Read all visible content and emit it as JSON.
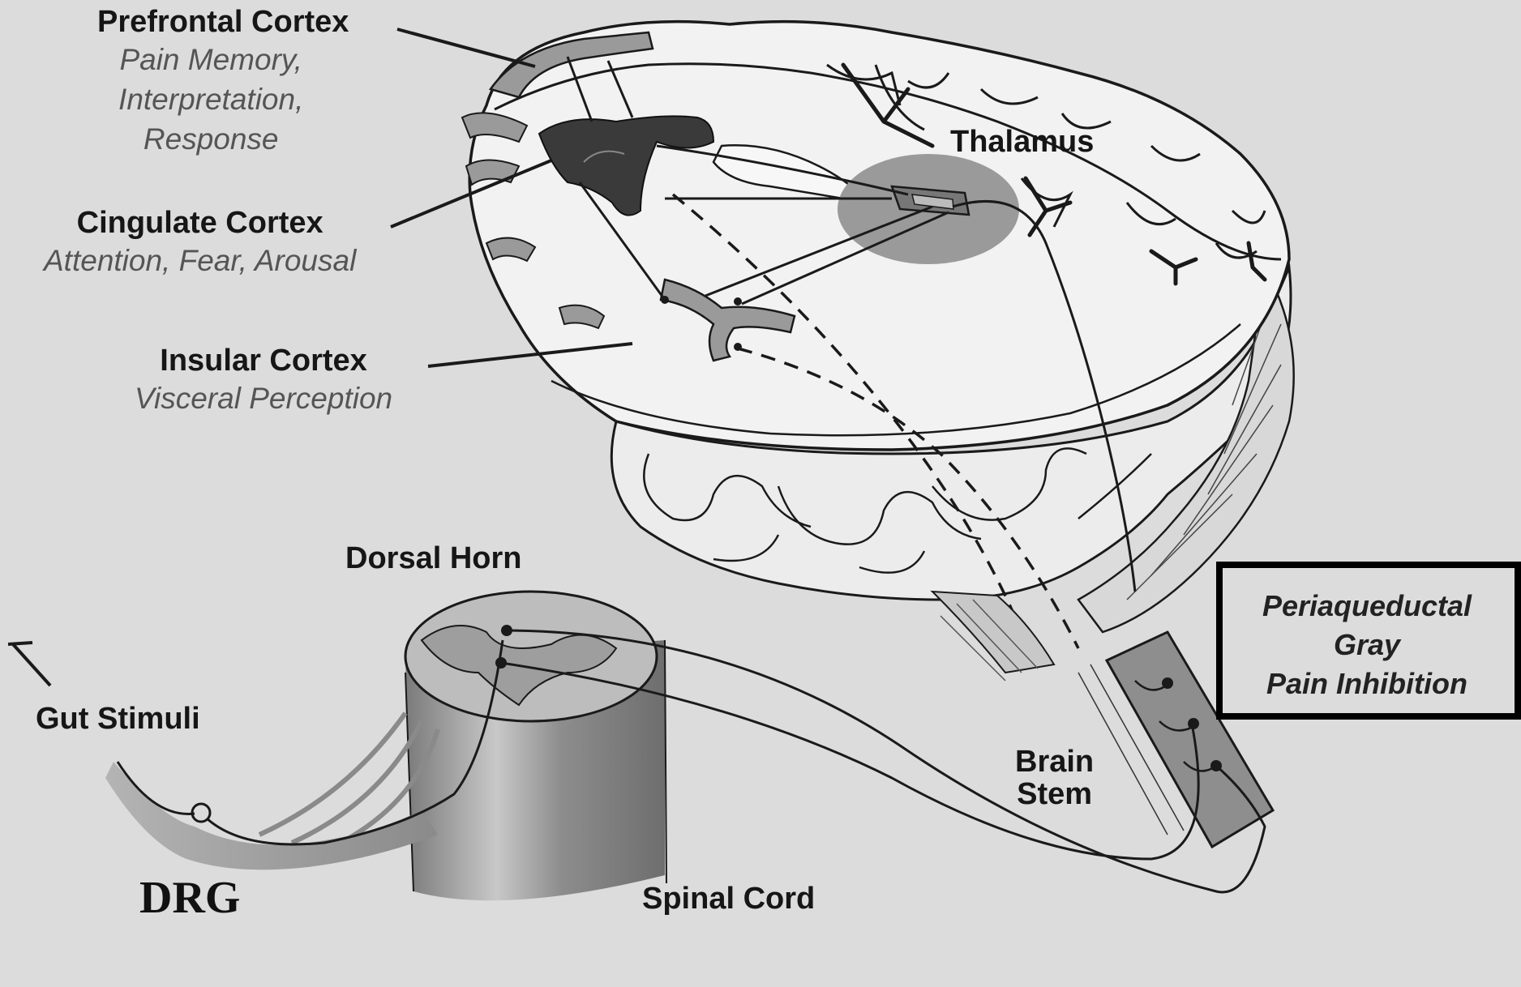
{
  "labels": {
    "prefrontal": {
      "title": "Prefrontal Cortex",
      "desc": [
        "Pain Memory,",
        "Interpretation,",
        "Response"
      ]
    },
    "cingulate": {
      "title": "Cingulate Cortex",
      "desc": "Attention, Fear, Arousal"
    },
    "insular": {
      "title": "Insular Cortex",
      "desc": "Visceral Perception"
    },
    "thalamus": "Thalamus",
    "dorsal_horn": "Dorsal Horn",
    "gut_stimuli": "Gut Stimuli",
    "drg": "DRG",
    "spinal_cord": "Spinal Cord",
    "brain_stem": [
      "Brain",
      "Stem"
    ],
    "pag": [
      "Periaqueductal",
      "Gray",
      "Pain Inhibition"
    ]
  },
  "colors": {
    "background": "#dcdcdc",
    "line": "#1a1a1a",
    "region_gray": "#9a9a9a",
    "region_dark": "#3a3a3a",
    "highlight_box": "#000000"
  }
}
